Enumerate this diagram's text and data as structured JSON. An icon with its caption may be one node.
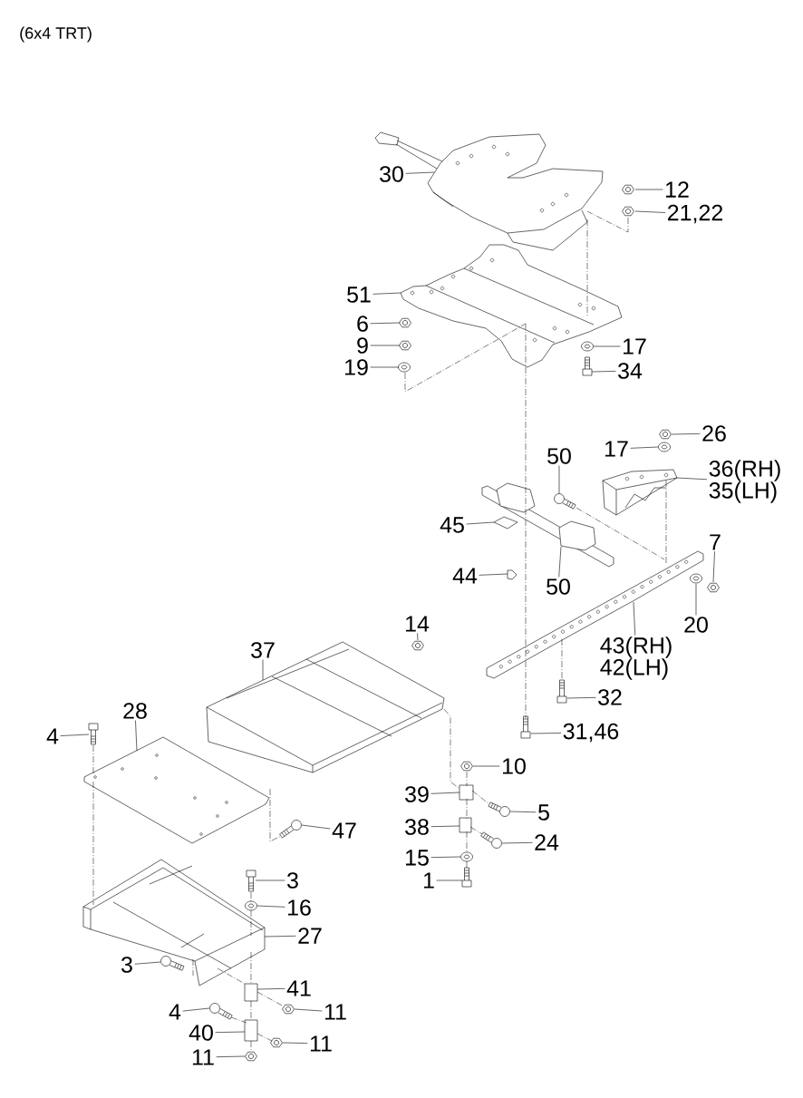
{
  "diagram": {
    "title": "(6x4 TRT)",
    "nodes": [
      {
        "text": [
          "30"
        ]
      },
      {
        "text": [],
        "shape": "picture"
      },
      {
        "text": [
          "12"
        ]
      },
      {
        "text": [],
        "shape": "picture"
      },
      {
        "text": [
          "21,22"
        ]
      },
      {
        "text": [],
        "shape": "picture"
      },
      {
        "text": [
          "51"
        ]
      },
      {
        "text": [],
        "shape": "picture"
      },
      {
        "text": [
          "6"
        ]
      },
      {
        "text": [],
        "shape": "picture"
      },
      {
        "text": [
          "9"
        ]
      },
      {
        "text": [],
        "shape": "picture"
      },
      {
        "text": [
          "19"
        ]
      },
      {
        "text": [],
        "shape": "picture"
      },
      {
        "text": [
          "17"
        ]
      },
      {
        "text": [],
        "shape": "picture"
      },
      {
        "text": [
          "34"
        ]
      },
      {
        "text": [],
        "shape": "picture"
      },
      {
        "text": [
          "26"
        ]
      },
      {
        "text": [],
        "shape": "picture"
      },
      {
        "text": [
          "17"
        ]
      },
      {
        "text": [],
        "shape": "picture"
      },
      {
        "text": [
          "36(RH)",
          "35(LH)"
        ]
      },
      {
        "text": [],
        "shape": "picture"
      },
      {
        "text": [
          "50"
        ]
      },
      {
        "text": [],
        "shape": "picture"
      },
      {
        "text": [
          "45"
        ]
      },
      {
        "text": [],
        "shape": "picture"
      },
      {
        "text": [
          "44"
        ]
      },
      {
        "text": [],
        "shape": "picture"
      },
      {
        "text": [
          "50"
        ]
      },
      {
        "text": [],
        "shape": "picture"
      },
      {
        "text": [
          "7"
        ]
      },
      {
        "text": [],
        "shape": "picture"
      },
      {
        "text": [
          "20"
        ]
      },
      {
        "text": [],
        "shape": "picture"
      },
      {
        "text": [
          "43(RH)",
          "42(LH)"
        ]
      },
      {
        "text": [],
        "shape": "picture"
      },
      {
        "text": [
          "32"
        ]
      },
      {
        "text": [],
        "shape": "picture"
      },
      {
        "text": [
          "31,46"
        ]
      },
      {
        "text": [],
        "shape": "picture"
      },
      {
        "text": [
          "14"
        ]
      },
      {
        "text": [],
        "shape": "picture"
      },
      {
        "text": [
          "37"
        ]
      },
      {
        "text": [],
        "shape": "picture"
      },
      {
        "text": [
          "28"
        ]
      },
      {
        "text": [],
        "shape": "picture"
      },
      {
        "text": [
          "4"
        ]
      },
      {
        "text": [],
        "shape": "picture"
      },
      {
        "text": [
          "47"
        ]
      },
      {
        "text": [],
        "shape": "picture"
      },
      {
        "text": [
          "10"
        ]
      },
      {
        "text": [],
        "shape": "picture"
      },
      {
        "text": [
          "39"
        ]
      },
      {
        "text": [],
        "shape": "box"
      },
      {
        "text": [
          "5"
        ]
      },
      {
        "text": [],
        "shape": "picture"
      },
      {
        "text": [
          "38"
        ]
      },
      {
        "text": [],
        "shape": "box"
      },
      {
        "text": [
          "24"
        ]
      },
      {
        "text": [],
        "shape": "picture"
      },
      {
        "text": [
          "15"
        ]
      },
      {
        "text": [],
        "shape": "picture"
      },
      {
        "text": [
          "1"
        ]
      },
      {
        "text": [],
        "shape": "picture"
      },
      {
        "text": [
          "3"
        ]
      },
      {
        "text": [],
        "shape": "picture"
      },
      {
        "text": [
          "16"
        ]
      },
      {
        "text": [],
        "shape": "picture"
      },
      {
        "text": [
          "27"
        ]
      },
      {
        "text": [],
        "shape": "picture"
      },
      {
        "text": [
          "3"
        ]
      },
      {
        "text": [],
        "shape": "picture"
      },
      {
        "text": [
          "41"
        ]
      },
      {
        "text": [],
        "shape": "box"
      },
      {
        "text": [
          "4"
        ]
      },
      {
        "text": [],
        "shape": "picture"
      },
      {
        "text": [
          "11"
        ]
      },
      {
        "text": [],
        "shape": "picture"
      },
      {
        "text": [
          "40"
        ]
      },
      {
        "text": [],
        "shape": "box"
      },
      {
        "text": [
          "11"
        ]
      },
      {
        "text": [],
        "shape": "picture"
      },
      {
        "text": [
          "11"
        ]
      },
      {
        "text": [],
        "shape": "picture"
      }
    ],
    "edges": [
      {
        "from": 0,
        "to": 1,
        "arrow": "none"
      },
      {
        "from": 2,
        "to": 3,
        "arrow": "none"
      },
      {
        "from": 4,
        "to": 5,
        "arrow": "none"
      },
      {
        "from": 6,
        "to": 7,
        "arrow": "none"
      },
      {
        "from": 8,
        "to": 9,
        "arrow": "none"
      },
      {
        "from": 10,
        "to": 11,
        "arrow": "none"
      },
      {
        "from": 12,
        "to": 13,
        "arrow": "none"
      },
      {
        "from": 14,
        "to": 15,
        "arrow": "none"
      },
      {
        "from": 16,
        "to": 17,
        "arrow": "none"
      },
      {
        "from": 18,
        "to": 19,
        "arrow": "none"
      },
      {
        "from": 20,
        "to": 21,
        "arrow": "none"
      },
      {
        "from": 22,
        "to": 23,
        "arrow": "none"
      },
      {
        "from": 24,
        "to": 25,
        "arrow": "none"
      },
      {
        "from": 26,
        "to": 27,
        "arrow": "none"
      },
      {
        "from": 28,
        "to": 29,
        "arrow": "none"
      },
      {
        "from": 30,
        "to": 31,
        "arrow": "none"
      },
      {
        "from": 32,
        "to": 33,
        "arrow": "none"
      },
      {
        "from": 34,
        "to": 35,
        "arrow": "none"
      },
      {
        "from": 36,
        "to": 37,
        "arrow": "none"
      },
      {
        "from": 38,
        "to": 39,
        "arrow": "none"
      },
      {
        "from": 40,
        "to": 41,
        "arrow": "none"
      },
      {
        "from": 42,
        "to": 43,
        "arrow": "none"
      },
      {
        "from": 44,
        "to": 45,
        "arrow": "none"
      },
      {
        "from": 46,
        "to": 47,
        "arrow": "none"
      },
      {
        "from": 48,
        "to": 49,
        "arrow": "none"
      },
      {
        "from": 50,
        "to": 51,
        "arrow": "none"
      },
      {
        "from": 52,
        "to": 53,
        "arrow": "none"
      },
      {
        "from": 54,
        "to": 55,
        "arrow": "none"
      },
      {
        "from": 56,
        "to": 57,
        "arrow": "none"
      },
      {
        "from": 58,
        "to": 59,
        "arrow": "none"
      },
      {
        "from": 60,
        "to": 61,
        "arrow": "none"
      },
      {
        "from": 62,
        "to": 63,
        "arrow": "none"
      },
      {
        "from": 64,
        "to": 65,
        "arrow": "none"
      },
      {
        "from": 66,
        "to": 67,
        "arrow": "none"
      },
      {
        "from": 68,
        "to": 69,
        "arrow": "none"
      },
      {
        "from": 70,
        "to": 71,
        "arrow": "none"
      },
      {
        "from": 72,
        "to": 73,
        "arrow": "none"
      },
      {
        "from": 74,
        "to": 75,
        "arrow": "none"
      },
      {
        "from": 76,
        "to": 77,
        "arrow": "none"
      },
      {
        "from": 78,
        "to": 79,
        "arrow": "none"
      },
      {
        "from": 80,
        "to": 81,
        "arrow": "none"
      },
      {
        "from": 82,
        "to": 83,
        "arrow": "none"
      },
      {
        "from": 84,
        "to": 85,
        "arrow": "none"
      },
      {
        "from": 5,
        "to": 1,
        "arrow": "none",
        "style": "dashed"
      },
      {
        "from": 1,
        "to": 7,
        "arrow": "none",
        "style": "dashed"
      },
      {
        "from": 13,
        "to": 7,
        "arrow": "none",
        "style": "dashed"
      },
      {
        "from": 7,
        "to": 41,
        "arrow": "none",
        "style": "dashed"
      },
      {
        "from": 25,
        "to": 37,
        "arrow": "none",
        "style": "dashed"
      },
      {
        "from": 23,
        "to": 37,
        "arrow": "none",
        "style": "dashed"
      },
      {
        "from": 37,
        "to": 39,
        "arrow": "none",
        "style": "dashed"
      },
      {
        "from": 45,
        "to": 55,
        "arrow": "none",
        "style": "dashed"
      },
      {
        "from": 53,
        "to": 55,
        "arrow": "none",
        "style": "dashed"
      },
      {
        "from": 55,
        "to": 59,
        "arrow": "none",
        "style": "dashed"
      },
      {
        "from": 59,
        "to": 63,
        "arrow": "none",
        "style": "dashed"
      },
      {
        "from": 63,
        "to": 65,
        "arrow": "none",
        "style": "dashed"
      },
      {
        "from": 55,
        "to": 57,
        "arrow": "none",
        "style": "dashed"
      },
      {
        "from": 59,
        "to": 61,
        "arrow": "none",
        "style": "dashed"
      },
      {
        "from": 49,
        "to": 47,
        "arrow": "none",
        "style": "dashed"
      },
      {
        "from": 47,
        "to": 71,
        "arrow": "none",
        "style": "dashed"
      },
      {
        "from": 47,
        "to": 51,
        "arrow": "none",
        "style": "dashed"
      },
      {
        "from": 67,
        "to": 69,
        "arrow": "none",
        "style": "dashed"
      },
      {
        "from": 69,
        "to": 71,
        "arrow": "none",
        "style": "dashed"
      },
      {
        "from": 71,
        "to": 75,
        "arrow": "none",
        "style": "dashed"
      },
      {
        "from": 75,
        "to": 81,
        "arrow": "none",
        "style": "dashed"
      },
      {
        "from": 81,
        "to": 85,
        "arrow": "none",
        "style": "dashed"
      },
      {
        "from": 73,
        "to": 71,
        "arrow": "none",
        "style": "dashed"
      },
      {
        "from": 71,
        "to": 75,
        "arrow": "none",
        "style": "dashed"
      },
      {
        "from": 75,
        "to": 79,
        "arrow": "none",
        "style": "dashed"
      },
      {
        "from": 77,
        "to": 81,
        "arrow": "none",
        "style": "dashed"
      },
      {
        "from": 81,
        "to": 83,
        "arrow": "none",
        "style": "dashed"
      }
    ]
  }
}
